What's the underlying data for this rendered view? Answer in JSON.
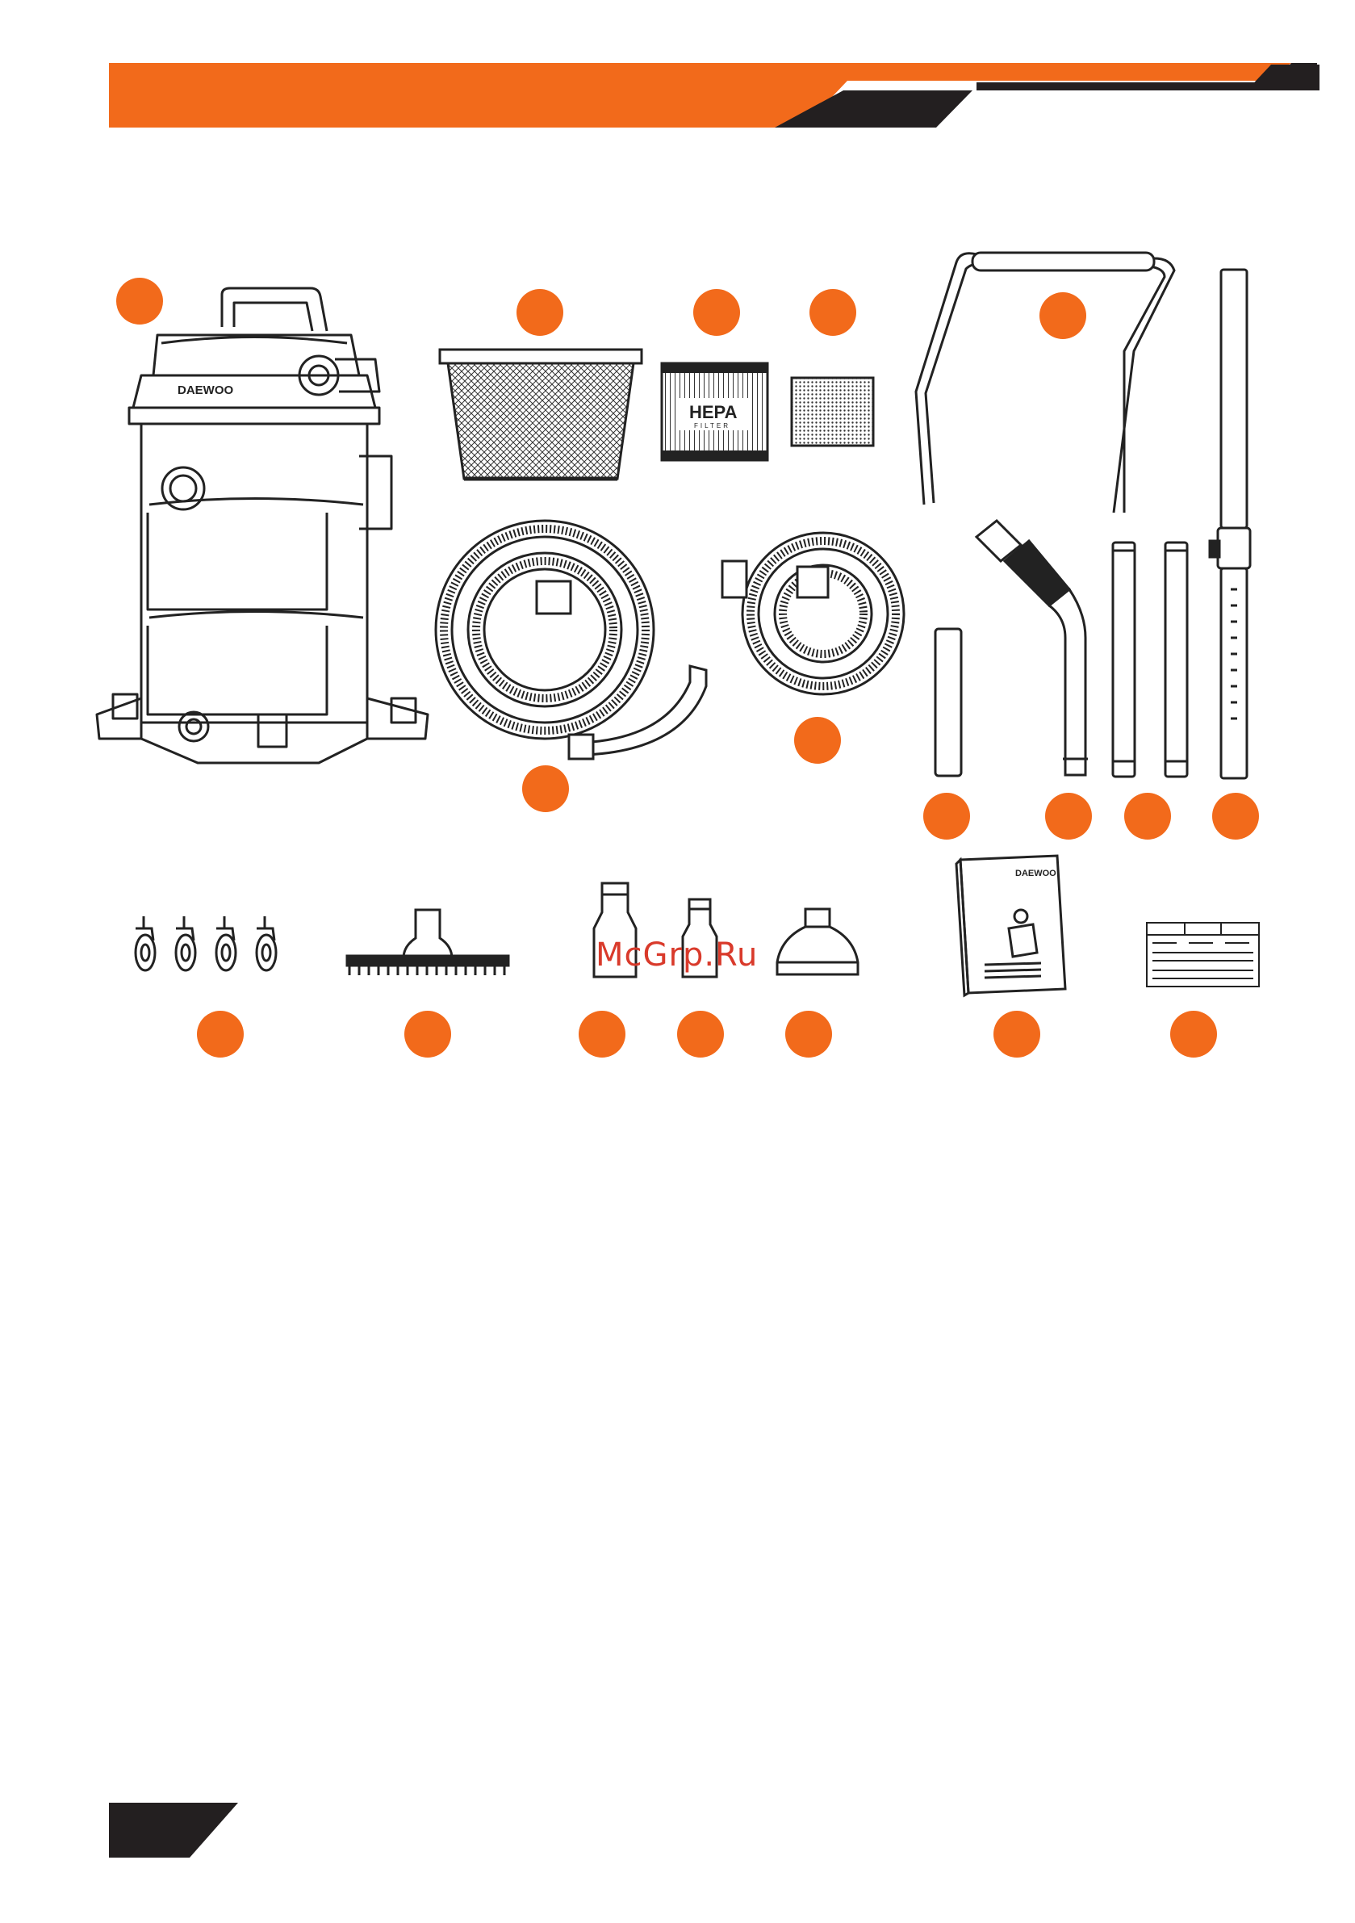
{
  "brand": {
    "logo_text": "DAEWOO",
    "hepa_label": "HEPA",
    "filter_label": "FILTER"
  },
  "watermark": {
    "text": "McGrp.Ru"
  },
  "colors": {
    "accent": "#f26a1b",
    "dark": "#231f20",
    "line": "#222222"
  }
}
